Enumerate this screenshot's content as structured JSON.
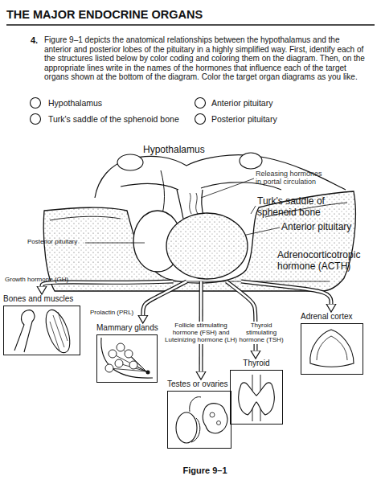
{
  "diagram": {
    "title": "THE MAJOR ENDOCRINE ORGANS",
    "caption": "Figure 9–1",
    "nodes": [
      {
        "text": [
          "Anterior pituitary"
        ]
      },
      {
        "text": [
          "Bones and muscles"
        ]
      },
      {
        "text": [
          "Mammary glands"
        ]
      },
      {
        "text": [
          "Testes or ovaries"
        ]
      },
      {
        "text": [
          "Thyroid"
        ]
      },
      {
        "text": [
          "Adrenal cortex"
        ]
      }
    ],
    "edges": [
      {
        "from": 0,
        "to": 1,
        "arrow": "to",
        "label": "Growth hormone (GH)"
      },
      {
        "from": 0,
        "to": 2,
        "arrow": "to",
        "label": "Prolactin (PRL)"
      },
      {
        "from": 0,
        "to": 3,
        "arrow": "to",
        "label": "Follicle stimulating hormone (FSH) and Luteinizing hormone (LH)"
      },
      {
        "from": 0,
        "to": 4,
        "arrow": "to",
        "label": "Thyroid stimulating hormone (TSH)"
      },
      {
        "from": 0,
        "to": 5,
        "arrow": "to",
        "label": "Adrenocorticotropic hormone (ACTH)"
      }
    ],
    "labels": [
      "4.",
      "Figure 9–1 depicts the anatomical relationships between the hypothalamus and the anterior and posterior lobes of the pituitary in a highly simplified way. First, identify each of the structures listed below by color coding and coloring them on the diagram. Then, on the appropriate lines write in the names of the hormones that influence each of the target organs shown at the bottom of the diagram. Color the target organ diagrams as you like.",
      "Hypothalamus",
      "Anterior pituitary",
      "Turk's saddle of the sphenoid bone",
      "Posterior pituitary",
      "Hypothalamus",
      "Releasing hormones in portal circulation",
      "Turk's saddle of sphenoid bone",
      "Posterior pituitary"
    ]
  }
}
